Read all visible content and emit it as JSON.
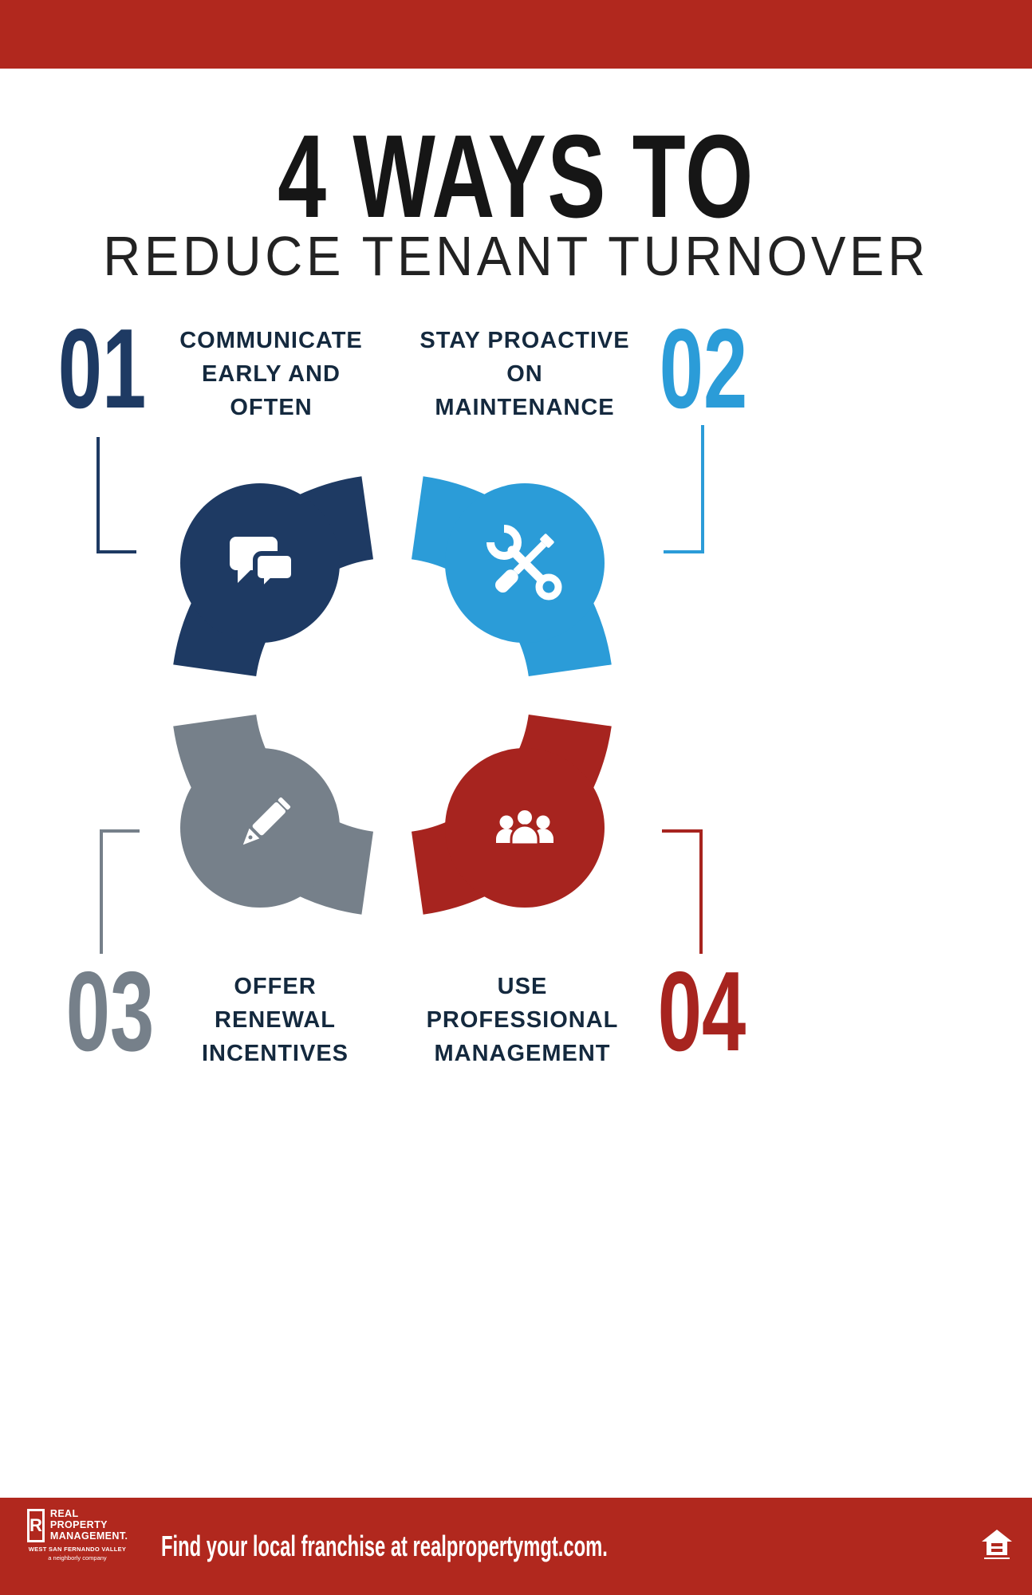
{
  "title": {
    "line1": "4 WAYS TO",
    "line2": "REDUCE TENANT TURNOVER"
  },
  "items": [
    {
      "number": "01",
      "label": "COMMUNICATE\nEARLY AND\nOFTEN",
      "color": "#1e3a63",
      "icon": "chat-bubbles-icon"
    },
    {
      "number": "02",
      "label": "STAY PROACTIVE\nON\nMAINTENANCE",
      "color": "#2b9cd8",
      "icon": "tools-icon"
    },
    {
      "number": "03",
      "label": "OFFER\nRENEWAL\nINCENTIVES",
      "color": "#76808a",
      "icon": "pen-icon"
    },
    {
      "number": "04",
      "label": "USE\nPROFESSIONAL\nMANAGEMENT",
      "color": "#a7241f",
      "icon": "people-icon"
    }
  ],
  "colors": {
    "banner": "#b1281e",
    "label_text": "#14293e",
    "title_text": "#161616",
    "white": "#ffffff"
  },
  "footer": {
    "cta": "Find your local franchise at realpropertymgt.com.",
    "logo": {
      "mark": "R",
      "name_line1": "REAL",
      "name_line2": "PROPERTY",
      "name_line3": "MANAGEMENT.",
      "region": "WEST SAN FERNANDO VALLEY",
      "tagline": "a neighborly company"
    }
  }
}
